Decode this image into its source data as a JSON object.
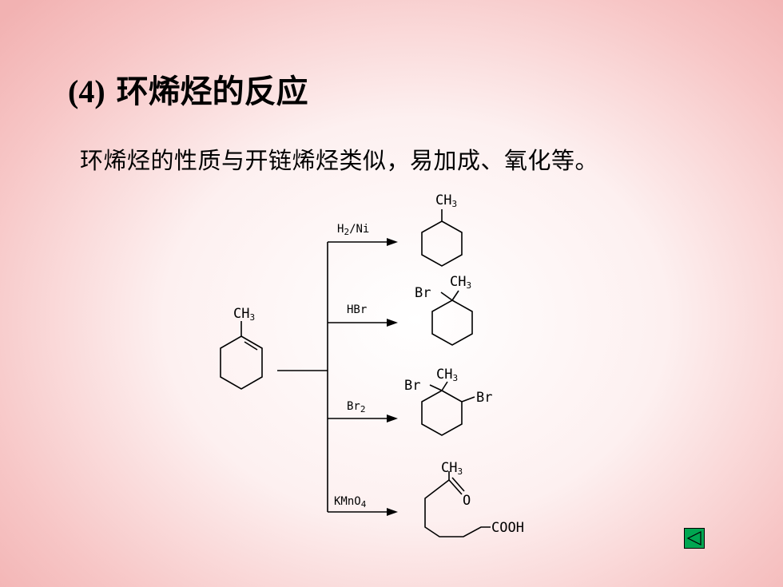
{
  "title": {
    "number": "(4)",
    "text": "环烯烃的反应"
  },
  "body": {
    "text": "环烯烃的性质与开链烯烃类似，易加成、氧化等。"
  },
  "scheme": {
    "reactant": {
      "group": "CH",
      "group_sub": "3"
    },
    "reactions": [
      {
        "reagent": "H",
        "reagent_sub": "2",
        "reagent_tail": "/Ni",
        "product_groups": [
          {
            "text": "CH",
            "sub": "3"
          }
        ]
      },
      {
        "reagent": "HBr",
        "reagent_sub": "",
        "reagent_tail": "",
        "product_groups": [
          {
            "text": "CH",
            "sub": "3"
          },
          {
            "text": "Br",
            "sub": ""
          }
        ]
      },
      {
        "reagent": "Br",
        "reagent_sub": "2",
        "reagent_tail": "",
        "product_groups": [
          {
            "text": "CH",
            "sub": "3"
          },
          {
            "text": "Br",
            "sub": ""
          },
          {
            "text": "Br",
            "sub": ""
          }
        ]
      },
      {
        "reagent": "KMnO",
        "reagent_sub": "4",
        "reagent_tail": "",
        "product_groups": [
          {
            "text": "CH",
            "sub": "3"
          },
          {
            "text": "O",
            "sub": ""
          },
          {
            "text": "COOH",
            "sub": ""
          }
        ]
      }
    ]
  },
  "navigation": {
    "back_icon": "triangle-left-icon",
    "color": "#00a651"
  }
}
